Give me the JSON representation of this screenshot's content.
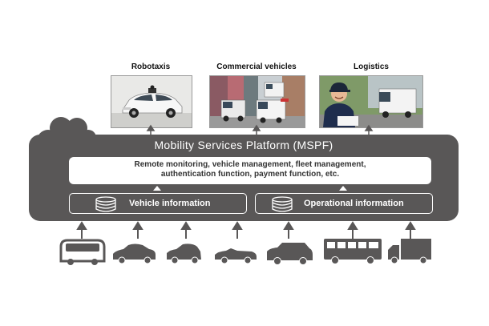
{
  "photos": [
    {
      "label": "Robotaxis",
      "image": "robotaxi-photo"
    },
    {
      "label": "Commercial vehicles",
      "image": "commercial-vehicles-photo"
    },
    {
      "label": "Logistics",
      "image": "logistics-photo"
    }
  ],
  "platform": {
    "title": "Mobility Services Platform (MSPF)",
    "functions": [
      "Remote monitoring, vehicle management, fleet management,",
      "authentication function, payment function, etc."
    ],
    "data_sources": [
      {
        "label": "Vehicle information",
        "icon": "database-icon"
      },
      {
        "label": "Operational information",
        "icon": "database-icon"
      }
    ]
  },
  "vehicles": [
    "shuttle-icon",
    "sedan-icon",
    "hatchback-icon",
    "convertible-icon",
    "suv-icon",
    "bus-icon",
    "truck-icon"
  ],
  "colors": {
    "platform": "#595757",
    "arrow": "#595757",
    "box": "#ffffff"
  }
}
